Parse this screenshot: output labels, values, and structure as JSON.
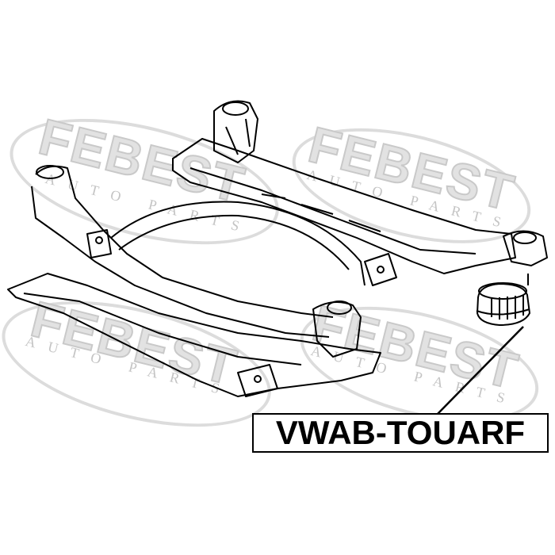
{
  "watermark": {
    "brand": "FEBEST",
    "sub": "AUTO PARTS"
  },
  "part_label": "VWAB-TOUARF",
  "colors": {
    "line": "#000000",
    "watermark": "#d6d6d6",
    "background": "#ffffff"
  }
}
